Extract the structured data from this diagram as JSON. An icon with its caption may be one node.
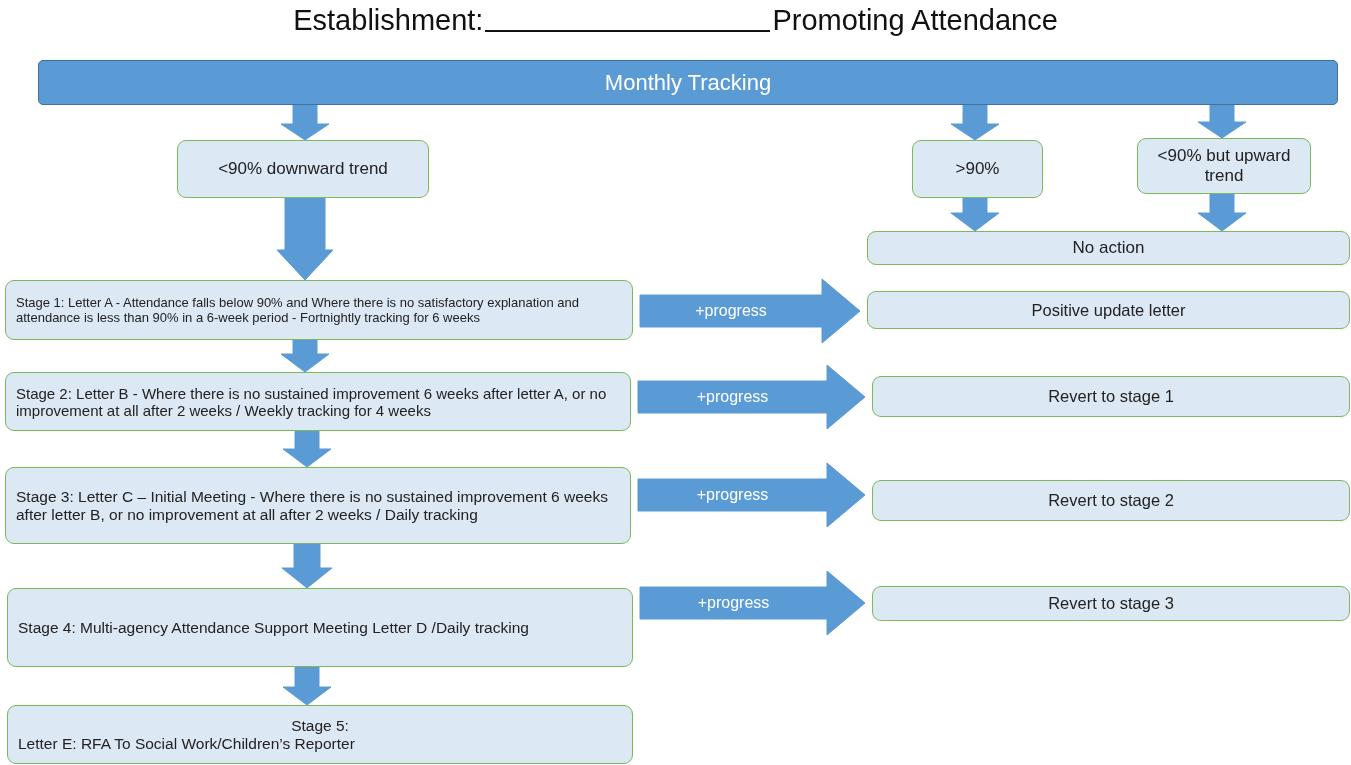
{
  "diagram": {
    "title": "Promoting Attendance",
    "nodes": [
      {
        "text": [
          "Monthly Tracking"
        ]
      },
      {
        "text": [
          "<90% downward trend"
        ]
      },
      {
        "text": [
          ">90%"
        ]
      },
      {
        "text": [
          "<90% but upward trend"
        ]
      },
      {
        "text": [
          "No action"
        ]
      },
      {
        "text": [
          "Stage 1:  Letter A - Attendance falls below 90% and Where there is no satisfactory explanation and attendance is less than 90% in a 6-week period - Fortnightly tracking for 6 weeks"
        ]
      },
      {
        "text": [
          "Stage 2: Letter B - Where there is no sustained improvement 6 weeks after letter A, or no improvement at all after 2 weeks / Weekly tracking for 4 weeks"
        ]
      },
      {
        "text": [
          "Stage 3: Letter C – Initial Meeting - Where there is no sustained improvement 6 weeks after letter B, or no improvement at all after 2 weeks / Daily tracking"
        ]
      },
      {
        "text": [
          "Stage 4: Multi-agency Attendance Support Meeting Letter D /Daily tracking"
        ]
      },
      {
        "text": [
          "Stage 5:",
          "Letter E: RFA To Social Work/Children’s Reporter"
        ]
      },
      {
        "text": [
          "Positive update letter"
        ]
      },
      {
        "text": [
          "Revert to stage 1"
        ]
      },
      {
        "text": [
          "Revert to stage 2"
        ]
      },
      {
        "text": [
          "Revert to stage 3"
        ]
      }
    ],
    "edges": [
      {
        "from": 0,
        "to": 1,
        "arrow": "to"
      },
      {
        "from": 0,
        "to": 2,
        "arrow": "to"
      },
      {
        "from": 0,
        "to": 3,
        "arrow": "to"
      },
      {
        "from": 1,
        "to": 5,
        "arrow": "to"
      },
      {
        "from": 2,
        "to": 4,
        "arrow": "to"
      },
      {
        "from": 3,
        "to": 4,
        "arrow": "to"
      },
      {
        "from": 5,
        "to": 6,
        "arrow": "to"
      },
      {
        "from": 6,
        "to": 7,
        "arrow": "to"
      },
      {
        "from": 7,
        "to": 8,
        "arrow": "to"
      },
      {
        "from": 8,
        "to": 9,
        "arrow": "to"
      },
      {
        "from": 5,
        "to": 10,
        "label": "+progress",
        "arrow": "to"
      },
      {
        "from": 6,
        "to": 11,
        "label": "+progress",
        "arrow": "to"
      },
      {
        "from": 7,
        "to": 12,
        "label": "+progress",
        "arrow": "to"
      },
      {
        "from": 8,
        "to": 13,
        "label": "+progress",
        "arrow": "to"
      }
    ],
    "labels": [
      "Establishment:"
    ]
  }
}
